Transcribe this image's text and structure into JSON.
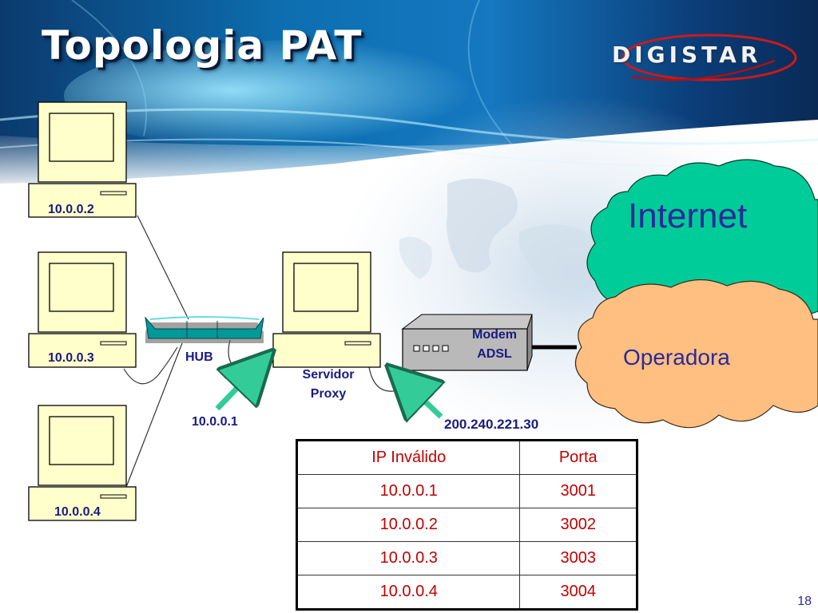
{
  "slide": {
    "title": "Topologia PAT",
    "logo_text": "DIGISTAR",
    "page_number": "18"
  },
  "devices": {
    "pc1": {
      "ip": "10.0.0.2"
    },
    "pc2": {
      "ip": "10.0.0.3"
    },
    "pc3": {
      "ip": "10.0.0.4"
    },
    "hub": {
      "label": "HUB"
    },
    "server": {
      "label_line1": "Servidor",
      "label_line2": "Proxy",
      "ip": "10.0.0.1"
    },
    "modem": {
      "label_line1": "Modem",
      "label_line2": "ADSL",
      "ip": "200.240.221.30"
    }
  },
  "clouds": {
    "internet": "Internet",
    "operadora": "Operadora"
  },
  "colors": {
    "label_blue": "#1a1a80",
    "cloud_text": "#2a2a9a",
    "internet_cloud": "#00cc99",
    "operadora_cloud": "#ffbf80",
    "hub": "#009999",
    "arrow": "#33cc99",
    "computer": "#ffffcc",
    "table_text": "#c00000"
  },
  "table": {
    "headers": [
      "IP Inválido",
      "Porta"
    ],
    "rows": [
      [
        "10.0.0.1",
        "3001"
      ],
      [
        "10.0.0.2",
        "3002"
      ],
      [
        "10.0.0.3",
        "3003"
      ],
      [
        "10.0.0.4",
        "3004"
      ]
    ]
  }
}
